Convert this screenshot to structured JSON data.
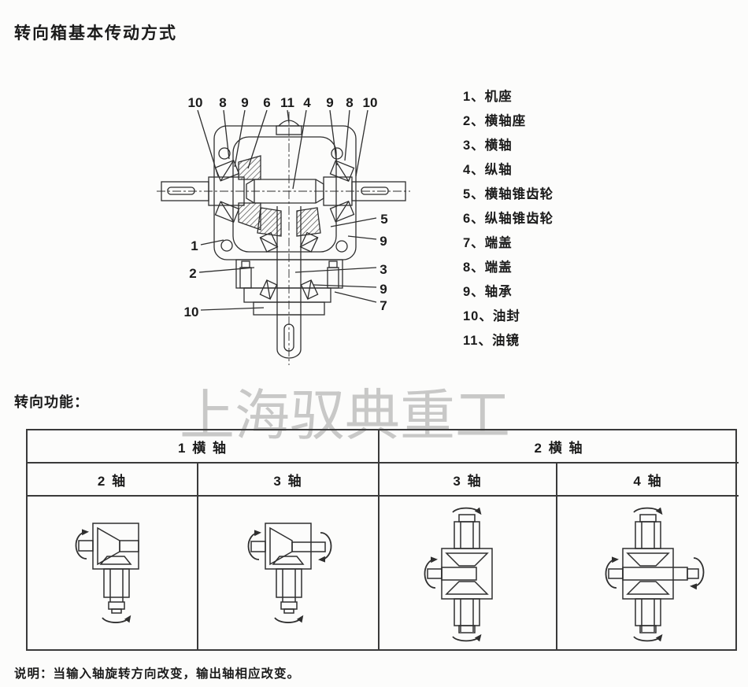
{
  "page": {
    "title": "转向箱基本传动方式",
    "function_label": "转向功能：",
    "watermark": "上海驭典重工",
    "note": "说明：当输入轴旋转方向改变，输出轴相应改变。"
  },
  "diagram": {
    "top_callouts": [
      "10",
      "8",
      "9",
      "6",
      "11",
      "4",
      "9",
      "8",
      "10"
    ],
    "left_callouts": [
      "1",
      "2",
      "10"
    ],
    "right_callouts": [
      "5",
      "9",
      "3",
      "9",
      "7"
    ]
  },
  "parts": {
    "items": [
      "1、机座",
      "2、横轴座",
      "3、横轴",
      "4、纵轴",
      "5、横轴锥齿轮",
      "6、纵轴锥齿轮",
      "7、端盖",
      "8、端盖",
      "9、轴承",
      "10、油封",
      "11、油镜"
    ]
  },
  "table": {
    "group_headers": [
      "1 横 轴",
      "2 横 轴"
    ],
    "sub_headers": [
      "2 轴",
      "3 轴",
      "3 轴",
      "4 轴"
    ]
  },
  "colors": {
    "ink": "#1b1b1b",
    "line": "#2e2e2e",
    "watermark": "#bfbfbf"
  }
}
